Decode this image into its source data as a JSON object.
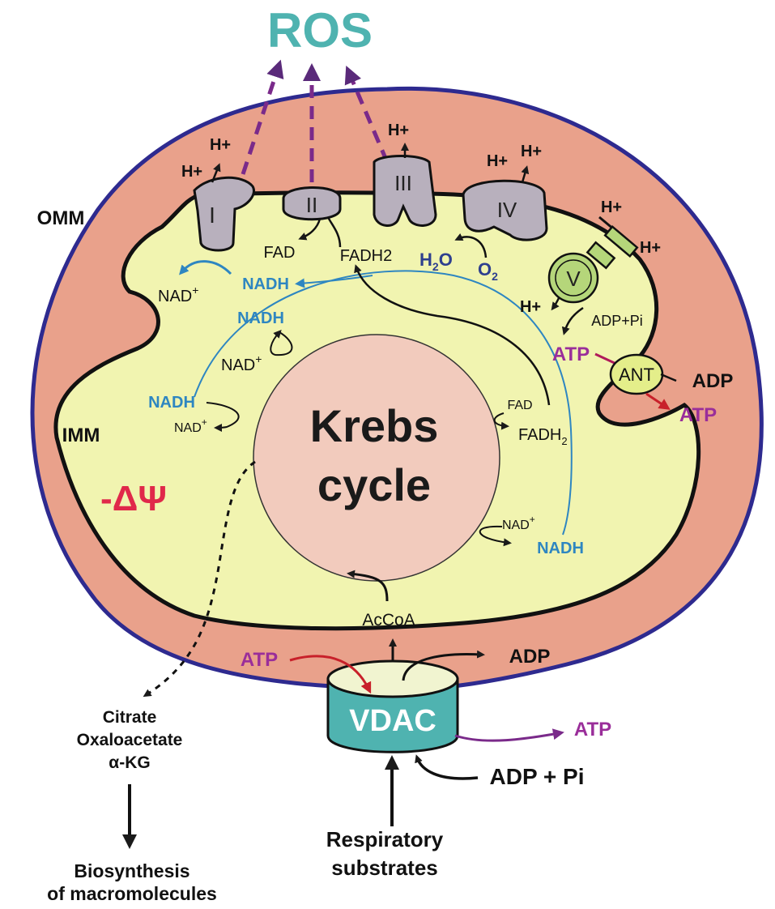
{
  "colors": {
    "ros": "#4fb3b0",
    "omm_fill": "#e9a18b",
    "omm_stroke": "#2e2a8f",
    "matrix_fill": "#f1f4b0",
    "krebs_fill": "#f2cbbd",
    "complex_fill": "#b8b0bd",
    "nadh_blue": "#2e86c1",
    "dark_blue": "#2e3f8f",
    "atp_purple": "#9a2e9a",
    "delta_red": "#e0284a",
    "vdac_teal": "#4fb3b0",
    "synthase_green": "#b5d67a",
    "arrow_red": "#c8202a",
    "arrow_purple": "#7a2a8a"
  },
  "labels": {
    "ros": "ROS",
    "omm": "OMM",
    "imm": "IMM",
    "delta_psi": "-ΔΨ",
    "krebs_line1": "Krebs",
    "krebs_line2": "cycle",
    "complex_1": "I",
    "complex_2": "II",
    "complex_3": "III",
    "complex_4": "IV",
    "complex_5": "V",
    "ant": "ANT",
    "vdac": "VDAC",
    "h_plus": "H+",
    "fad": "FAD",
    "fadh2": "FADH2",
    "fadh2_sub": "FADH",
    "sub_2": "2",
    "nadh": "NADH",
    "nad": "NAD",
    "plus": "+",
    "h2o_h": "H",
    "h2o_o": "O",
    "o2_o": "O",
    "adp_pi": "ADP+Pi",
    "atp": "ATP",
    "adp": "ADP",
    "accoa": "AcCoA",
    "adp_plus_pi": "ADP + Pi",
    "citrate": "Citrate",
    "oxaloacetate": "Oxaloacetate",
    "akg": "α-KG",
    "biosynthesis_1": "Biosynthesis",
    "biosynthesis_2": "of macromolecules",
    "respiratory_1": "Respiratory",
    "respiratory_2": "substrates"
  }
}
